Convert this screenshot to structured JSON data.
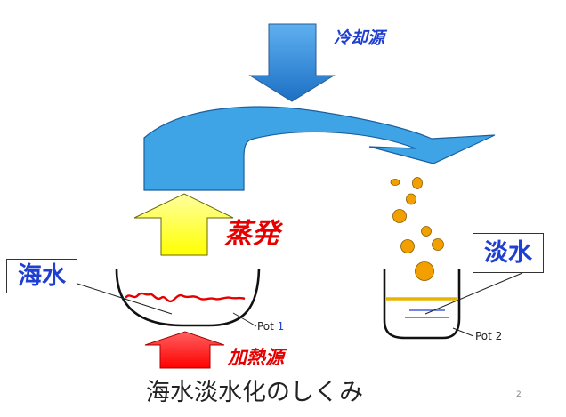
{
  "labels": {
    "cooling_source": "冷却源",
    "evaporation": "蒸発",
    "heat_source": "加熱源",
    "seawater": "海水",
    "freshwater": "淡水",
    "pot1_prefix": "Pot ",
    "pot1_number": "1",
    "pot2": "Pot 2",
    "caption": "海水淡水化のしくみ",
    "page_number": "2"
  },
  "colors": {
    "vapor_blue": "#3ea4e6",
    "cooling_blue": "#1c70c4",
    "evap_yellow": "#ffff00",
    "heat_red": "#ff1010",
    "droplet": "#f2a000",
    "water_line": "#e8b400",
    "fresh_line": "#1f3fd0",
    "seawater_surface": "#e60000",
    "label_blue": "#1f3fd0",
    "label_red": "#e60000"
  }
}
